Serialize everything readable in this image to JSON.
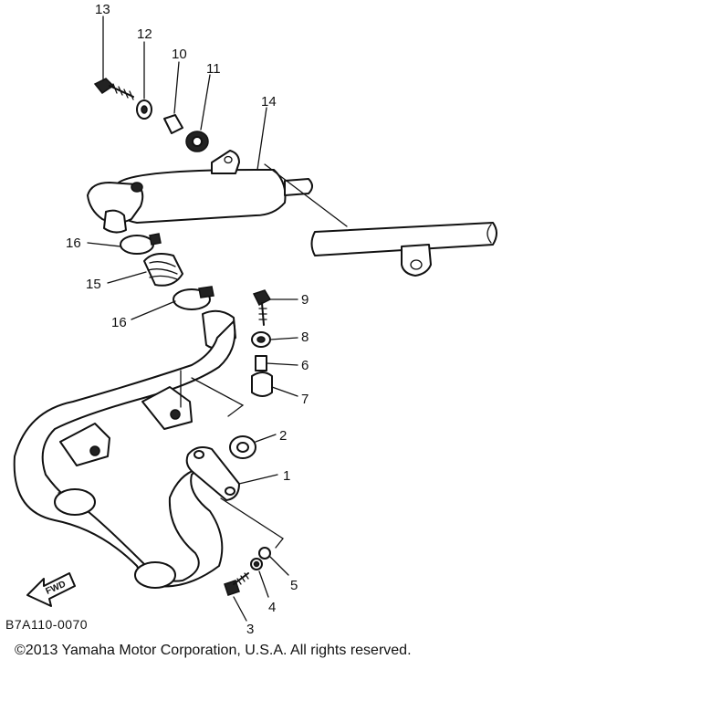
{
  "diagram": {
    "code": "B7A110-0070",
    "copyright": "©2013 Yamaha Motor Corporation, U.S.A. All rights reserved.",
    "fwd_label": "FWD",
    "callouts": {
      "p1": "1",
      "p2": "2",
      "p3": "3",
      "p4": "4",
      "p5": "5",
      "p6": "6",
      "p7": "7",
      "p8": "8",
      "p9": "9",
      "p10": "10",
      "p11": "11",
      "p12": "12",
      "p13": "13",
      "p14": "14",
      "p15": "15",
      "p16a": "16",
      "p16b": "16"
    }
  }
}
